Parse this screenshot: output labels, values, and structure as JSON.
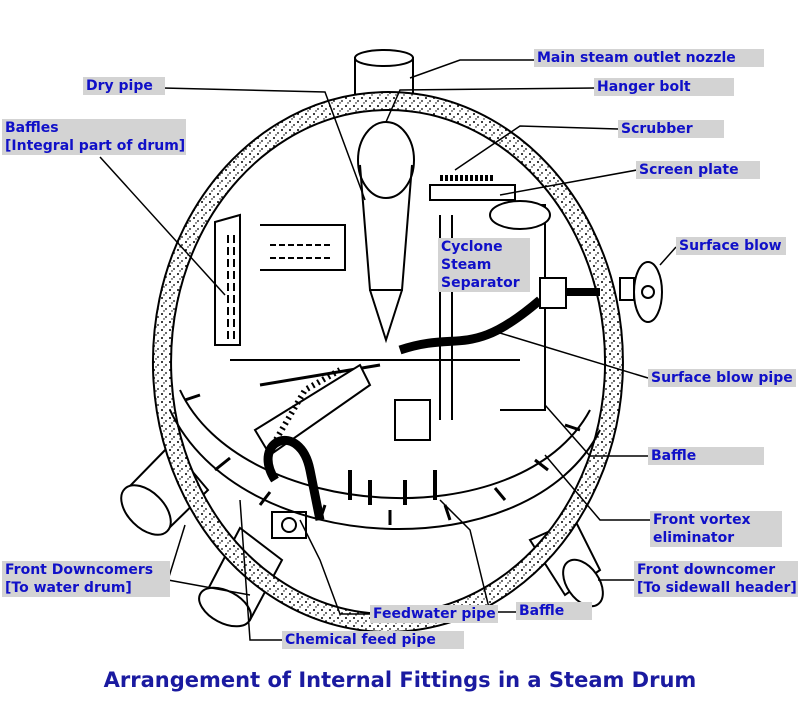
{
  "labels": {
    "main_steam_outlet_nozzle": "Main steam outlet nozzle",
    "hanger_bolt": "Hanger bolt",
    "dry_pipe": "Dry pipe",
    "baffles_l1": "Baffles",
    "baffles_l2": "[Integral part of drum]",
    "scrubber": "Scrubber",
    "screen_plate": "Screen plate",
    "cyclone_l1": "Cyclone",
    "cyclone_l2": "Steam",
    "cyclone_l3": "Separator",
    "surface_blow": "Surface blow",
    "surface_blow_pipe": "Surface blow pipe",
    "baffle_right": "Baffle",
    "front_vortex_l1": "Front vortex",
    "front_vortex_l2": "eliminator",
    "front_downcomers_l1": "Front Downcomers",
    "front_downcomers_l2": "[To water drum]",
    "front_downcomer_l1": "Front downcomer",
    "front_downcomer_l2": "[To sidewall header]",
    "feedwater_pipe": "Feedwater pipe",
    "baffle_bottom": "Baffle",
    "chemical_feed_pipe": "Chemical feed pipe"
  },
  "caption": "Arrangement of Internal Fittings in a Steam Drum",
  "colors": {
    "label_text": "#1010c8",
    "label_bg": "#d3d3d3",
    "caption_text": "#1a1aa0",
    "line": "#000000"
  }
}
